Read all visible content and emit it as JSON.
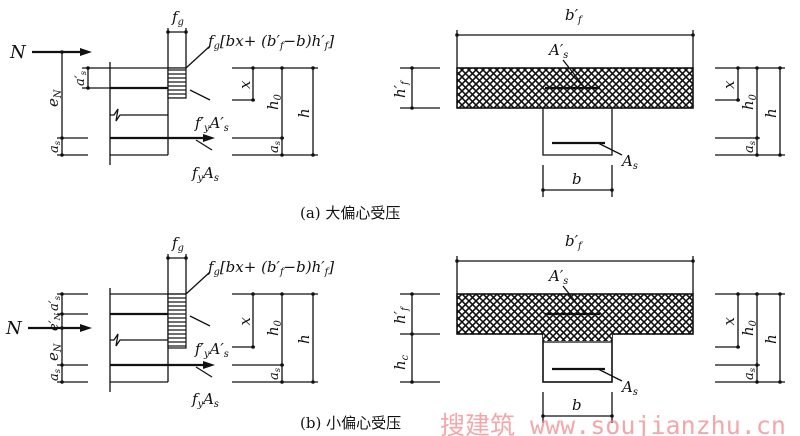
{
  "panel_a": {
    "caption": "(a)  大偏心受压",
    "labels": {
      "N": "N",
      "fg": [
        "f",
        "g"
      ],
      "formula": [
        "f",
        "g",
        "[bx+ (b′",
        "f",
        "−b)h′",
        "f",
        "]"
      ],
      "fy_As_prime": [
        "f′",
        "y",
        "A′",
        "s"
      ],
      "fy_As": [
        "f",
        "y",
        "A",
        "s"
      ],
      "a_s_prime": [
        "a′",
        "s"
      ],
      "e_N": [
        "e",
        "N"
      ],
      "a_s": [
        "a",
        "s"
      ],
      "x": "x",
      "h0": [
        "h",
        "0"
      ],
      "h": "h",
      "bf": [
        "b′",
        "f"
      ],
      "hf": [
        "h′",
        "f"
      ],
      "As_prime": [
        "A′",
        "s"
      ],
      "As": [
        "A",
        "s"
      ],
      "b": "b"
    }
  },
  "panel_b": {
    "caption": "(b)  小偏心受压",
    "labels": {
      "N": "N",
      "fg": [
        "f",
        "g"
      ],
      "formula": [
        "f",
        "g",
        "[bx+ (b′",
        "f",
        "−b)h′",
        "f",
        "]"
      ],
      "fy_As_prime": [
        "f′",
        "y",
        "A′",
        "s"
      ],
      "fy_As": [
        "f",
        "y",
        "A",
        "s"
      ],
      "a_s_prime": [
        "a′",
        "s"
      ],
      "e_N_prime": [
        "e′",
        "N"
      ],
      "e_N": [
        "e",
        "N"
      ],
      "a_s": [
        "a",
        "s"
      ],
      "x": "x",
      "h0": [
        "h",
        "0"
      ],
      "h": "h",
      "bf": [
        "b′",
        "f"
      ],
      "hf": [
        "h′",
        "f"
      ],
      "hc": [
        "h",
        "c"
      ],
      "As_prime": [
        "A′",
        "s"
      ],
      "As": [
        "A",
        "s"
      ],
      "b": "b"
    }
  },
  "watermark": "搜建筑 www.soujianzhu.cn"
}
